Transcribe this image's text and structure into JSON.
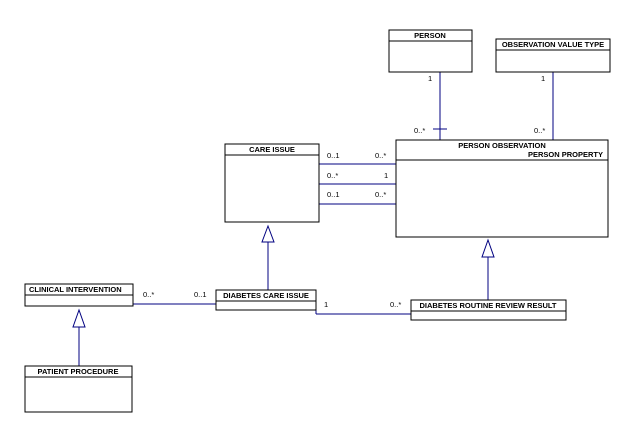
{
  "classes": {
    "person": {
      "name": "PERSON"
    },
    "observation_value_type": {
      "name": "OBSERVATION VALUE TYPE"
    },
    "care_issue": {
      "name": "CARE ISSUE"
    },
    "person_observation": {
      "name": "PERSON OBSERVATION",
      "stereotype": "PERSON PROPERTY"
    },
    "clinical_intervention": {
      "name": "CLINICAL INTERVENTION"
    },
    "diabetes_care_issue": {
      "name": "DIABETES CARE ISSUE"
    },
    "diabetes_routine_review_result": {
      "name": "DIABETES ROUTINE REVIEW RESULT"
    },
    "patient_procedure": {
      "name": "PATIENT PROCEDURE"
    }
  },
  "associations": {
    "person_obs": {
      "source_mult": "1",
      "target_mult": "0..*"
    },
    "obsvaltype_obs": {
      "source_mult": "1",
      "target_mult": "0..*"
    },
    "care_obs_1": {
      "source_mult": "0..1",
      "target_mult": "0..*"
    },
    "care_obs_2": {
      "source_mult": "0..*",
      "target_mult": "1"
    },
    "care_obs_3": {
      "source_mult": "0..1",
      "target_mult": "0..*"
    },
    "clin_diab": {
      "source_mult": "0..*",
      "target_mult": "0..1"
    },
    "diab_review": {
      "source_mult": "1",
      "target_mult": "0..*"
    }
  },
  "colors": {
    "line": "#000080",
    "box": "#000000"
  }
}
